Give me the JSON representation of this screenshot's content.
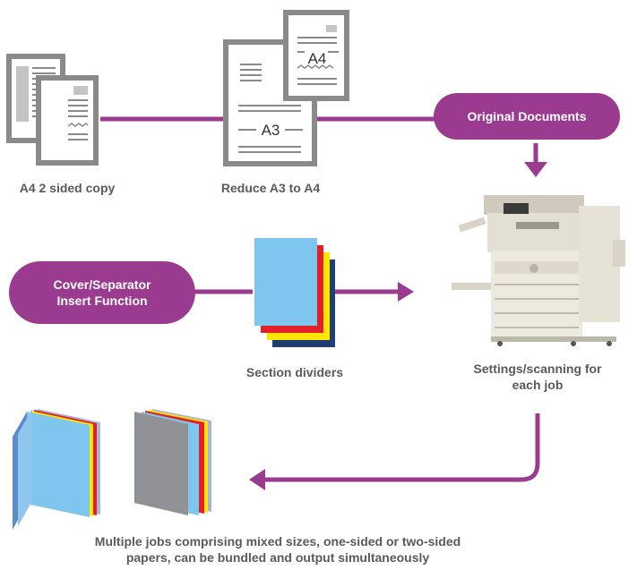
{
  "labels": {
    "a4_copy": "A4 2 sided copy",
    "reduce": "Reduce A3 to A4",
    "section_dividers": "Section dividers",
    "settings_line1": "Settings/scanning for",
    "settings_line2": "each job",
    "multiple_line1": "Multiple jobs comprising mixed sizes, one-sided or two-sided",
    "multiple_line2": "papers, can be bundled and output simultaneously"
  },
  "pills": {
    "original_documents": "Original Documents",
    "cover_line1": "Cover/Separator",
    "cover_line2": "Insert Function"
  },
  "doc_marks": {
    "a4": "A4",
    "a3": "A3"
  },
  "colors": {
    "accent": "#9b3b8f",
    "doc_border": "#8a8a8a",
    "sheet_blue": "#7fc6ee",
    "sheet_red": "#e3202a",
    "sheet_yellow": "#ffe600",
    "sheet_navy": "#1f3f73"
  }
}
